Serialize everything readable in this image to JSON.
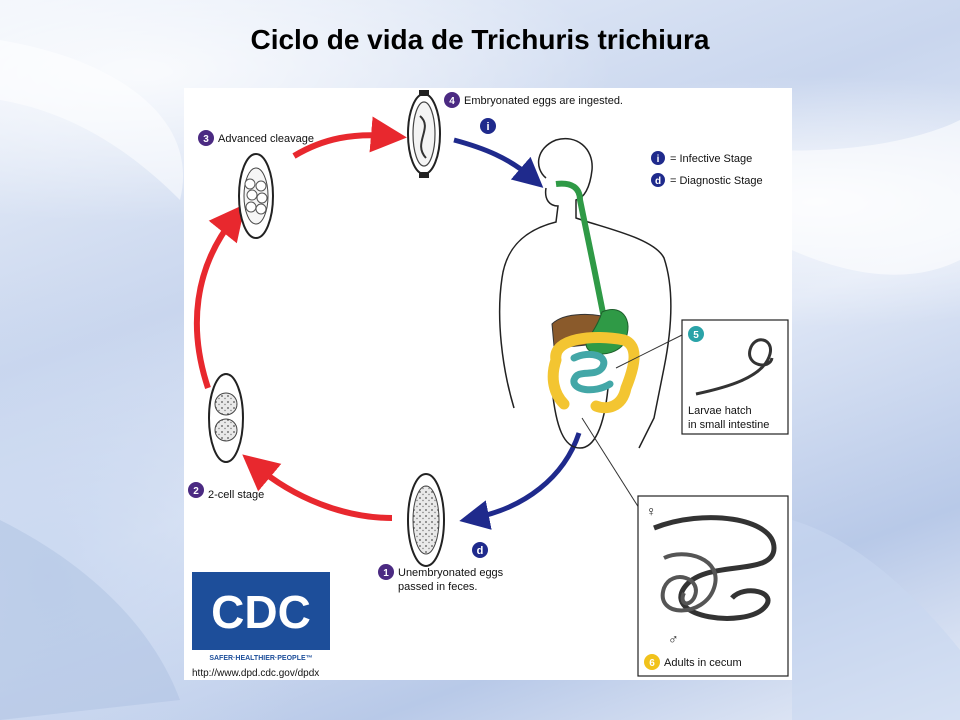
{
  "slide": {
    "title": "Ciclo de vida de Trichuris trichiura"
  },
  "legend": {
    "infective_symbol": "i",
    "infective_label": "= Infective Stage",
    "diagnostic_symbol": "d",
    "diagnostic_label": "= Diagnostic Stage"
  },
  "steps": [
    {
      "number": "1",
      "line1": "Unembryonated eggs",
      "line2": "passed in feces."
    },
    {
      "number": "2",
      "line1": "2-cell stage"
    },
    {
      "number": "3",
      "line1": "Advanced cleavage"
    },
    {
      "number": "4",
      "line1": "Embryonated eggs are ingested."
    },
    {
      "number": "5",
      "line1": "Larvae hatch",
      "line2": "in small intestine"
    },
    {
      "number": "6",
      "line1": "Adults in cecum"
    }
  ],
  "stage_markers": {
    "step4": "i",
    "step1": "d"
  },
  "sex_symbols": {
    "female": "♀",
    "male": "♂"
  },
  "cdc": {
    "logo_text": "CDC",
    "tagline": "SAFER·HEALTHIER·PEOPLE™",
    "url": "http://www.dpd.cdc.gov/dpdx"
  },
  "colors": {
    "red_arrow": "#e8282e",
    "blue_arrow": "#1f2a8c",
    "step_badge": "#4b2a82",
    "step_badge_yellow": "#f1c21b",
    "step_badge_teal": "#2aa3a8",
    "digestive_green": "#2f9a46",
    "liver_brown": "#8a5a2b",
    "large_intestine": "#f3c531",
    "small_intestine": "#43a7a7",
    "cdc_blue": "#1d4e9a"
  }
}
